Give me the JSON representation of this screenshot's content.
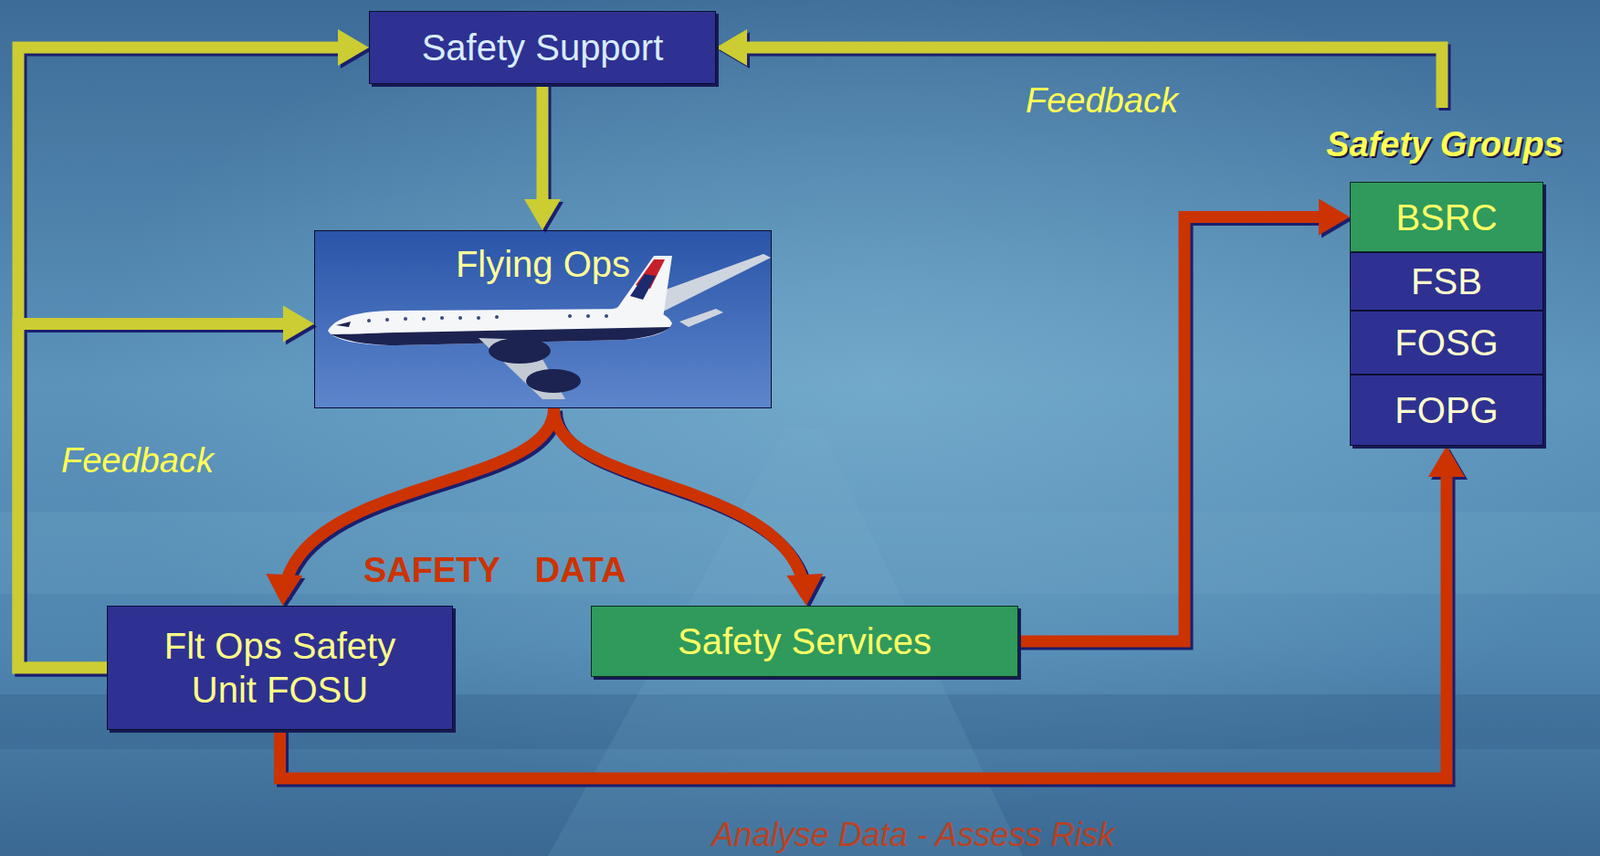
{
  "diagram": {
    "nodes": [
      {
        "text": [
          "Safety Support"
        ]
      },
      {
        "text": [
          "Safety Groups"
        ]
      },
      {
        "text": [
          "BSRC"
        ],
        "in": 1
      },
      {
        "text": [
          "FSB"
        ],
        "in": 1
      },
      {
        "text": [
          "FOSG"
        ],
        "in": 1
      },
      {
        "text": [
          "FOPG"
        ],
        "in": 1
      },
      {
        "text": [
          "Flying Ops"
        ]
      },
      {
        "text": [
          "Flt Ops Safety Unit FOSU"
        ]
      },
      {
        "text": [
          "Safety Services"
        ]
      }
    ],
    "edges": [
      {
        "from": 0,
        "to": 6,
        "arrow": "to"
      },
      {
        "from": 6,
        "to": 7,
        "arrow": "to"
      },
      {
        "from": 6,
        "to": 8,
        "arrow": "to"
      },
      {
        "from": 7,
        "to": 0,
        "arrow": "to"
      },
      {
        "from": 7,
        "to": 6,
        "arrow": "to"
      },
      {
        "from": 1,
        "to": 0,
        "arrow": "to"
      },
      {
        "from": 8,
        "to": 2,
        "arrow": "to"
      },
      {
        "from": 7,
        "to": 5,
        "arrow": "to"
      }
    ],
    "labels": [
      "Feedback",
      "Feedback",
      "SAFETY DATA",
      "Analyse Data - Assess Risk"
    ]
  }
}
